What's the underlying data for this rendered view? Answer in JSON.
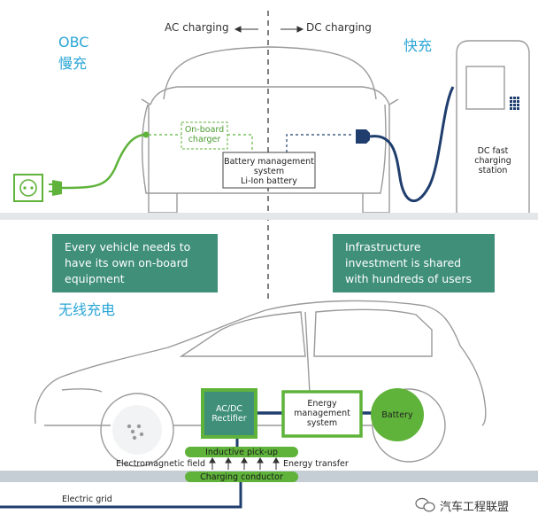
{
  "top": {
    "ac_label": "AC charging",
    "dc_label": "DC charging",
    "obc_label": "OBC",
    "slow_label": "慢充",
    "fast_label": "快充",
    "onboard_charger": "On-board charger",
    "bms_label": "Battery management system",
    "battery_label": "Li-Ion battery",
    "station_label": "DC fast charging station",
    "left_note": "Every vehicle needs to have its own on-board equipment",
    "right_note": "Infrastructure investment is shared with hundreds of users"
  },
  "bottom": {
    "wireless_title": "无线充电",
    "rectifier_label": "AC/DC Rectifier",
    "ems_label": "Energy management system",
    "battery_label": "Battery",
    "pickup_label": "Inductive pick-up",
    "em_field_label": "Electromagnetic field",
    "energy_transfer_label": "Energy transfer",
    "conductor_label": "Charging conductor",
    "grid_label": "Electric grid"
  },
  "watermark": "汽车工程联盟",
  "colors": {
    "accent_green": "#5fb33a",
    "dark_green": "#3f8f79",
    "navy": "#1f3e6e",
    "chinese_blue": "#2aa6d6"
  }
}
